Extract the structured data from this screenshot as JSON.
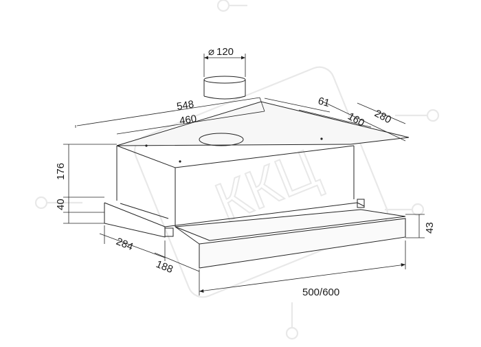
{
  "watermark": {
    "text": "ККЦ",
    "color": "#e6e6e6"
  },
  "dimensions": {
    "duct_diameter": "120",
    "duct_symbol": "⌀",
    "overall_width_top": "548",
    "inner_width_top": "460",
    "offset_61": "61",
    "offset_160": "160",
    "depth_280": "280",
    "height_176": "176",
    "height_40": "40",
    "depth_284": "284",
    "depth_188": "188",
    "front_height_43": "43",
    "front_width": "500/600"
  },
  "colors": {
    "line": "#222222",
    "background": "#ffffff"
  }
}
